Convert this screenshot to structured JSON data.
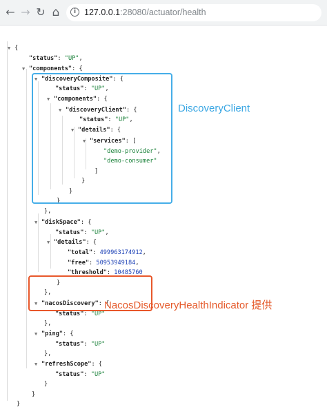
{
  "browser": {
    "back_glyph": "←",
    "forward_glyph": "→",
    "reload_glyph": "↻",
    "home_glyph": "⌂",
    "info_glyph": "i",
    "url_host": "127.0.0.1",
    "url_path": ":28080/actuator/health"
  },
  "json": {
    "open_brace": "{",
    "status_key": "\"status\"",
    "status_val": "\"UP\"",
    "components_key": "\"components\"",
    "dc_key": "\"discoveryComposite\"",
    "dc_status_key": "\"status\"",
    "dc_status_val": "\"UP\"",
    "dc_components_key": "\"components\"",
    "client_key": "\"discoveryClient\"",
    "client_status_key": "\"status\"",
    "client_status_val": "\"UP\"",
    "client_details_key": "\"details\"",
    "services_key": "\"services\"",
    "service_1": "\"demo-provider\"",
    "service_2": "\"demo-consumer\"",
    "disk_key": "\"diskSpace\"",
    "disk_status_key": "\"status\"",
    "disk_status_val": "\"UP\"",
    "disk_details_key": "\"details\"",
    "total_key": "\"total\"",
    "total_val": "499963174912",
    "free_key": "\"free\"",
    "free_val": "50953949184",
    "threshold_key": "\"threshold\"",
    "threshold_val": "10485760",
    "nacos_key": "\"nacosDiscovery\"",
    "nacos_status_key": "\"status\"",
    "nacos_status_val": "\"UP\"",
    "ping_key": "\"ping\"",
    "ping_status_key": "\"status\"",
    "ping_status_val": "\"UP\"",
    "refresh_key": "\"refreshScope\"",
    "refresh_status_key": "\"status\"",
    "refresh_status_val": "\"UP\"",
    "close_brace": "}"
  },
  "annotations": {
    "discovery_client": "DiscoveryClient",
    "nacos_indicator": "NacosDiscoveryHealthIndicator 提供",
    "blue": "#45aee8",
    "red": "#e8572a"
  }
}
